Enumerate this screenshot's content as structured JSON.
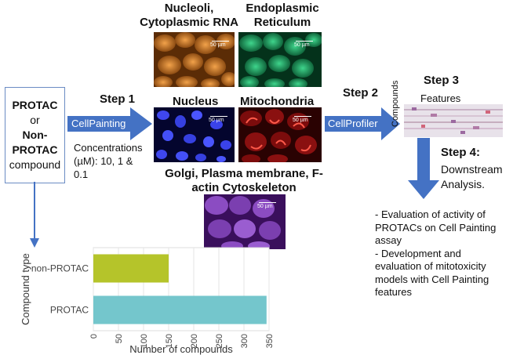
{
  "input": {
    "line1": "PROTAC",
    "line2": "or",
    "line3": "Non-",
    "line4": "PROTAC",
    "line5": "compound"
  },
  "step1": {
    "title": "Step 1",
    "arrow_label": "CellPainting",
    "conc_line1": "Concentrations",
    "conc_line2": "(µM): 10, 1 &",
    "conc_line3": "0.1"
  },
  "step2": {
    "title": "Step 2",
    "arrow_label": "CellProfiler"
  },
  "step3": {
    "title": "Step 3",
    "features_label": "Features",
    "compounds_label": "Compounds"
  },
  "step4": {
    "title": "Step 4:",
    "line1": "Downstream",
    "line2": "Analysis."
  },
  "micro": {
    "nucleoli_l1": "Nucleoli,",
    "nucleoli_l2": "Cytoplasmic RNA",
    "er_l1": "Endoplasmic",
    "er_l2": "Reticulum",
    "nucleus": "Nucleus",
    "mito": "Mitochondria",
    "golgi_l1": "Golgi, Plasma membrane, F-",
    "golgi_l2": "actin Cytoskeleton",
    "scale": "50 µm",
    "colors": {
      "nucleoli": "#c8741a",
      "er": "#0f9a5c",
      "nucleus": "#1a1fb8",
      "mito": "#8a1010",
      "golgi": "#7b3fb0"
    }
  },
  "outcomes": {
    "b1_l1": "- Evaluation of activity of",
    "b1_l2": "PROTACs on Cell Painting",
    "b1_l3": "assay",
    "b2_l1": "- Development and",
    "b2_l2": "evaluation of mitotoxicity",
    "b2_l3": "models with Cell Painting",
    "b2_l4": "features"
  },
  "colors": {
    "arrow": "#4472c4",
    "box_border": "#6b8cc4"
  },
  "chart_data": {
    "type": "bar",
    "orientation": "horizontal",
    "categories": [
      "non-PROTAC",
      "PROTAC"
    ],
    "values": [
      150,
      345
    ],
    "colors": [
      "#b5c42a",
      "#74c6cc"
    ],
    "xlabel": "Number of compounds",
    "ylabel": "Compound type",
    "xlim": [
      0,
      350
    ],
    "xticks": [
      "0",
      "50",
      "100",
      "150",
      "200",
      "250",
      "300",
      "350"
    ],
    "grid": true
  }
}
